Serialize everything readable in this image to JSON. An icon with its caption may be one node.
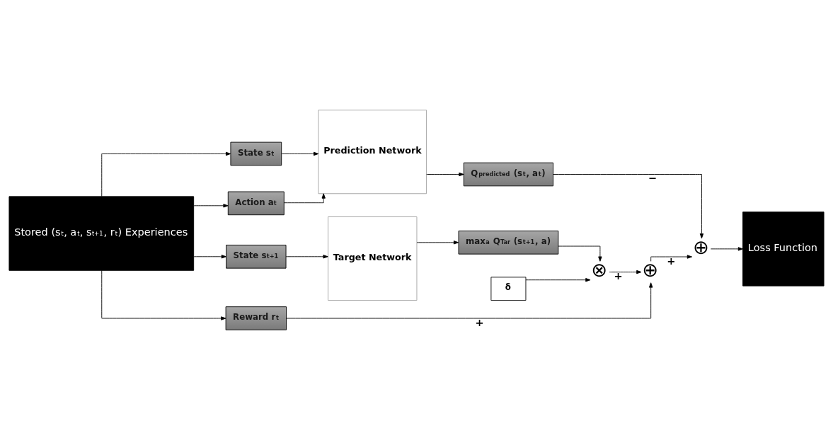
{
  "diagram": {
    "nodes": [
      {
        "text": [
          "Stored (s$_{t}$, a$_{t}$, s$_{t+1}$, r$_{t}$) Experiences"
        ]
      },
      {
        "text": [
          "State s$_{t}$"
        ]
      },
      {
        "text": [
          "Action a$_{t}$"
        ]
      },
      {
        "text": [
          "State s$_{t+1}$"
        ]
      },
      {
        "text": [
          "Reward r$_{t}$"
        ]
      },
      {
        "text": [
          "Prediction Network"
        ]
      },
      {
        "text": [
          "Target Network"
        ]
      },
      {
        "text": [
          "Q$_{predicted}$ (s$_{t}$, a$_{t}$)"
        ]
      },
      {
        "text": [
          "max$_{a}$ Q$_{Tar}$ (s$_{t+1}$, a)"
        ]
      },
      {
        "text": [
          "⊗"
        ]
      },
      {
        "text": [
          "δ"
        ]
      },
      {
        "text": [
          "⊕"
        ]
      },
      {
        "text": [
          "⊕"
        ]
      },
      {
        "text": [
          "Loss Function"
        ]
      }
    ],
    "edges": [
      {
        "from": 0,
        "to": 1,
        "arrow": "to"
      },
      {
        "from": 0,
        "to": 2,
        "arrow": "to"
      },
      {
        "from": 0,
        "to": 3,
        "arrow": "to"
      },
      {
        "from": 0,
        "to": 4,
        "arrow": "to"
      },
      {
        "from": 1,
        "to": 5,
        "arrow": "to"
      },
      {
        "from": 2,
        "to": 5,
        "arrow": "to"
      },
      {
        "from": 3,
        "to": 6,
        "arrow": "to"
      },
      {
        "from": 5,
        "to": 7,
        "arrow": "to"
      },
      {
        "from": 6,
        "to": 8,
        "arrow": "to"
      },
      {
        "from": 7,
        "to": 12,
        "arrow": "to",
        "label": "−"
      },
      {
        "from": 8,
        "to": 9,
        "arrow": "to"
      },
      {
        "from": 10,
        "to": 9,
        "arrow": "to"
      },
      {
        "from": 9,
        "to": 11,
        "arrow": "to",
        "label": "+"
      },
      {
        "from": 4,
        "to": 11,
        "arrow": "to",
        "label": "+"
      },
      {
        "from": 11,
        "to": 12,
        "arrow": "to",
        "label": "+"
      },
      {
        "from": 12,
        "to": 13,
        "arrow": "to"
      }
    ]
  }
}
